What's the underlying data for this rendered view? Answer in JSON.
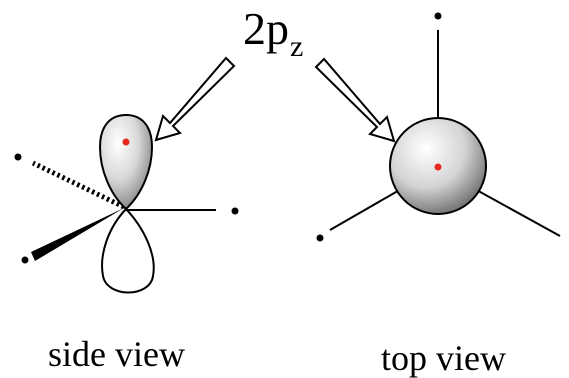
{
  "orbital": {
    "main": "2p",
    "subscript": "z"
  },
  "captions": {
    "side_view": "side view",
    "top_view": "top view"
  },
  "colors": {
    "ink": "#000000",
    "nucleus": "#e8281e",
    "lobe_highlight": "#ffffff",
    "lobe_shadow": "#6a6a6a"
  }
}
